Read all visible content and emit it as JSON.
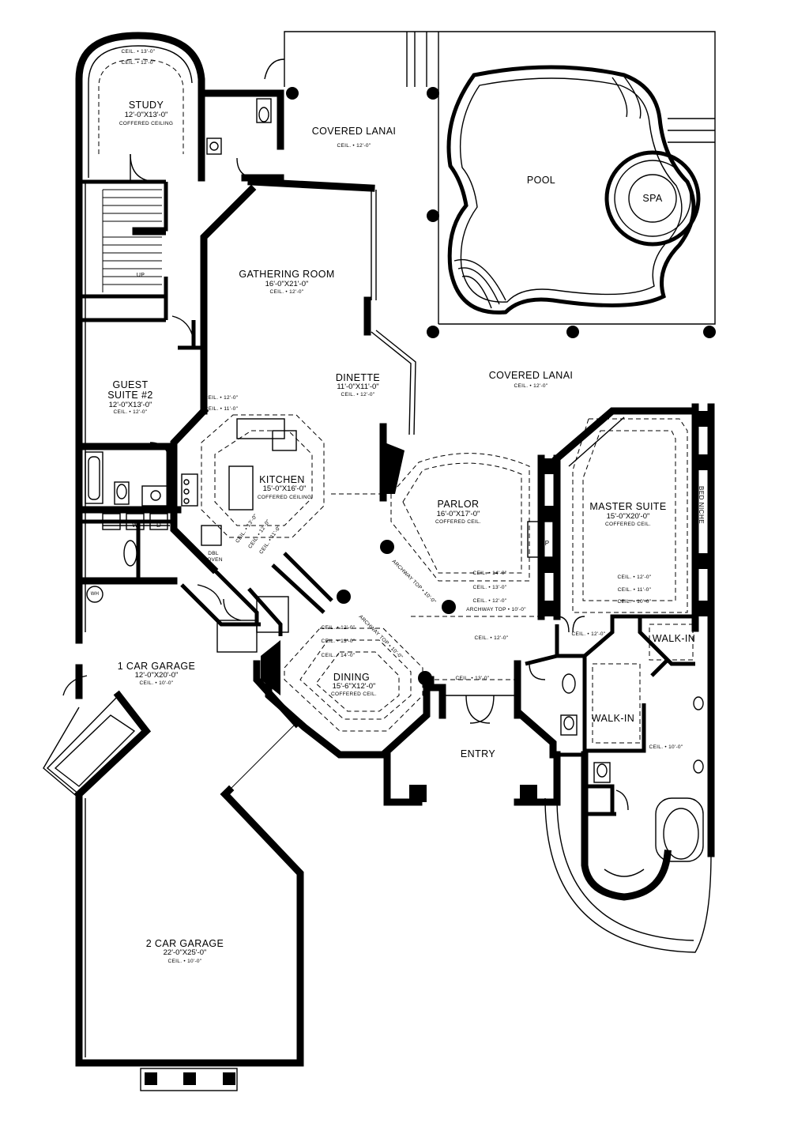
{
  "rooms": {
    "study": {
      "name": "STUDY",
      "dims": "12'-0\"X13'-0\"",
      "note": "COFFERED CEILING",
      "ceil1": "CEIL. • 13'-0\"",
      "ceil2": "CEIL. • 12'-0\""
    },
    "covered_lanai_top": {
      "name": "COVERED LANAI",
      "ceil": "CEIL. • 12'-0\""
    },
    "pool": {
      "name": "POOL"
    },
    "spa": {
      "name": "SPA"
    },
    "gathering_room": {
      "name": "GATHERING ROOM",
      "dims": "16'-0\"X21'-0\"",
      "ceil": "CEIL. • 12'-0\""
    },
    "guest_suite": {
      "name_line1": "GUEST",
      "name_line2": "SUITE #2",
      "dims": "12'-0\"X13'-0\"",
      "ceil": "CEIL. • 12'-0\""
    },
    "dinette": {
      "name": "DINETTE",
      "dims": "11'-0\"X11'-0\"",
      "ceil": "CEIL. • 12'-0\""
    },
    "covered_lanai_right": {
      "name": "COVERED LANAI",
      "ceil": "CEIL. • 12'-0\""
    },
    "kitchen": {
      "name": "KITCHEN",
      "dims": "15'-0\"X16'-0\"",
      "note": "COFFERED CEILING",
      "ceil_a": "CEIL. • 12'-0\"",
      "ceil_b": "CEIL. • 11'-0\"",
      "ceil_c": "CEIL. • 13'-0\"",
      "ceil_d": "CEIL. • 12'-0\"",
      "ceil_e": "CEIL. • 11'-0\""
    },
    "parlor": {
      "name": "PARLOR",
      "dims": "16'-0\"X17'-0\"",
      "note": "COFFERED CEIL.",
      "ceil1": "CEIL. • 14'-0\"",
      "ceil2": "CEIL. • 13'-0\"",
      "ceil3": "CEIL. • 12'-0\"",
      "archway1": "ARCHWAY TOP • 10'-0\"",
      "archway2": "ARCHWAY TOP • 10'-0\"",
      "fp": "FP"
    },
    "master_suite": {
      "name": "MASTER SUITE",
      "dims": "15'-0\"X20'-0\"",
      "note": "COFFERED CEIL.",
      "ceil1": "CEIL. • 12'-0\"",
      "ceil2": "CEIL. • 11'-0\"",
      "ceil3": "CEIL. • 10'-0\"",
      "bed_niche": "BED NICHE"
    },
    "walk_in_1": {
      "name": "WALK-IN"
    },
    "walk_in_2": {
      "name": "WALK-IN"
    },
    "hall": {
      "ceil1": "CEIL. • 12'-0\"",
      "ceil2": "CEIL. • 12'-0\"",
      "ceil_bath": "CEIL. • 10'-0\""
    },
    "dining": {
      "name": "DINING",
      "dims": "15'-6\"X12'-0\"",
      "note": "COFFERED CEIL.",
      "ceil1": "CEIL. • 12'-0\"",
      "ceil2": "CEIL. • 13'-0\"",
      "ceil3": "CEIL. • 14'-0\"",
      "archway": "ARCHWAY TOP • 10'-0\""
    },
    "entry": {
      "name": "ENTRY",
      "ceil": "CEIL. • 13'-0\""
    },
    "garage1": {
      "name": "1 CAR GARAGE",
      "dims": "12'-0\"X20'-0\"",
      "ceil": "CEIL. • 10'-0\""
    },
    "garage2": {
      "name": "2 CAR GARAGE",
      "dims": "22'-0\"X25'-0\"",
      "ceil": "CEIL. • 10'-0\""
    },
    "misc": {
      "up": "UP",
      "w": "W",
      "d": "D",
      "wh": "WH",
      "dbl_oven_1": "DBL",
      "dbl_oven_2": "OVEN"
    }
  }
}
